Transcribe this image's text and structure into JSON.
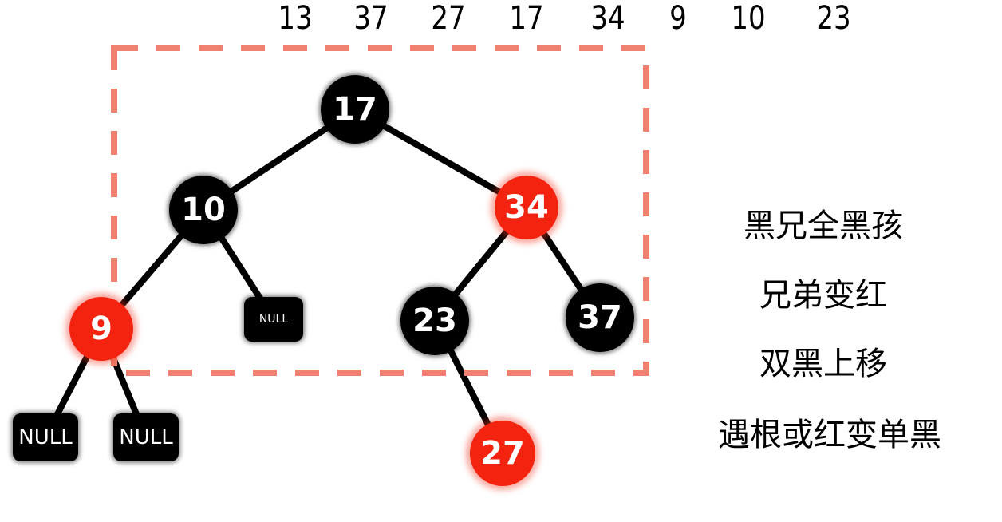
{
  "sequence": [
    "13",
    "37",
    "27",
    "17",
    "34",
    "9",
    "10",
    "23"
  ],
  "tree": {
    "nodes": [
      {
        "id": "n17",
        "value": "17",
        "color": "black"
      },
      {
        "id": "n10",
        "value": "10",
        "color": "black"
      },
      {
        "id": "n34",
        "value": "34",
        "color": "red"
      },
      {
        "id": "n9",
        "value": "9",
        "color": "red"
      },
      {
        "id": "n23",
        "value": "23",
        "color": "black"
      },
      {
        "id": "n37",
        "value": "37",
        "color": "black"
      },
      {
        "id": "n27",
        "value": "27",
        "color": "red"
      }
    ],
    "null_label": "NULL"
  },
  "rules": [
    "黑兄全黑孩",
    "兄弟变红",
    "双黑上移",
    "遇根或红变单黑"
  ],
  "colors": {
    "red_node": "#f3230f",
    "black_node": "#000000",
    "dash_box": "#f08070"
  }
}
